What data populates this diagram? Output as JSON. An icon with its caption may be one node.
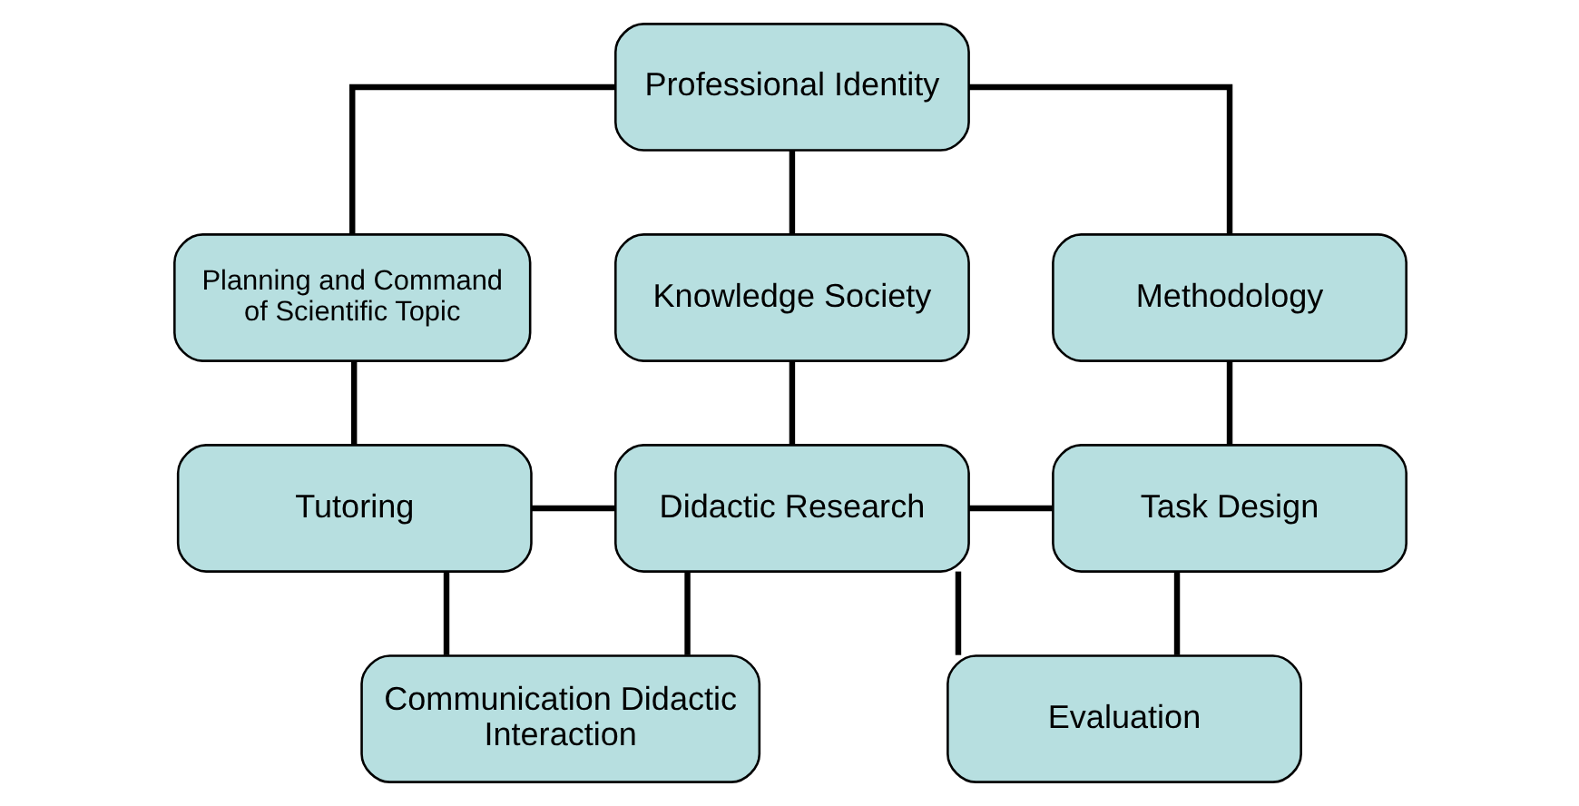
{
  "diagram": {
    "nodes": [
      {
        "text": [
          "Professional Identity"
        ]
      },
      {
        "text": [
          "Planning and Command of Scientific Topic"
        ]
      },
      {
        "text": [
          "Knowledge Society"
        ]
      },
      {
        "text": [
          "Methodology"
        ]
      },
      {
        "text": [
          "Tutoring"
        ]
      },
      {
        "text": [
          "Didactic Research"
        ]
      },
      {
        "text": [
          "Task Design"
        ]
      },
      {
        "text": [
          "Communication Didactic Interaction"
        ]
      },
      {
        "text": [
          "Evaluation"
        ]
      }
    ],
    "edges": [
      {
        "from": 0,
        "to": 1,
        "arrow": "none"
      },
      {
        "from": 0,
        "to": 2,
        "arrow": "none"
      },
      {
        "from": 0,
        "to": 3,
        "arrow": "none"
      },
      {
        "from": 1,
        "to": 4,
        "arrow": "none"
      },
      {
        "from": 2,
        "to": 5,
        "arrow": "none"
      },
      {
        "from": 3,
        "to": 6,
        "arrow": "none"
      },
      {
        "from": 4,
        "to": 5,
        "arrow": "none"
      },
      {
        "from": 5,
        "to": 6,
        "arrow": "none"
      },
      {
        "from": 4,
        "to": 7,
        "arrow": "none"
      },
      {
        "from": 5,
        "to": 7,
        "arrow": "none"
      },
      {
        "from": 5,
        "to": 8,
        "arrow": "none"
      },
      {
        "from": 6,
        "to": 8,
        "arrow": "none"
      }
    ]
  }
}
